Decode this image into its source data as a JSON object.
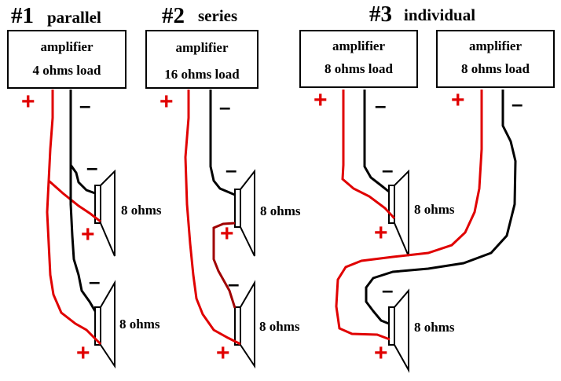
{
  "colors": {
    "positive_wire": "#e00000",
    "negative_wire": "#000000",
    "series_link": "#a00000"
  },
  "configs": [
    {
      "number": "#1",
      "mode": "parallel",
      "amplifiers": [
        {
          "title": "amplifier",
          "load": "4 ohms load"
        }
      ],
      "speakers": [
        {
          "rating": "8 ohms"
        },
        {
          "rating": "8 ohms"
        }
      ]
    },
    {
      "number": "#2",
      "mode": "series",
      "amplifiers": [
        {
          "title": "amplifier",
          "load": "16 ohms load"
        }
      ],
      "speakers": [
        {
          "rating": "8 ohms"
        },
        {
          "rating": "8 ohms"
        }
      ]
    },
    {
      "number": "#3",
      "mode": "individual",
      "amplifiers": [
        {
          "title": "amplifier",
          "load": "8 ohms load"
        },
        {
          "title": "amplifier",
          "load": "8 ohms load"
        }
      ],
      "speakers": [
        {
          "rating": "8 ohms"
        },
        {
          "rating": "8 ohms"
        }
      ]
    }
  ],
  "symbols": {
    "positive": "+",
    "negative": "–"
  }
}
